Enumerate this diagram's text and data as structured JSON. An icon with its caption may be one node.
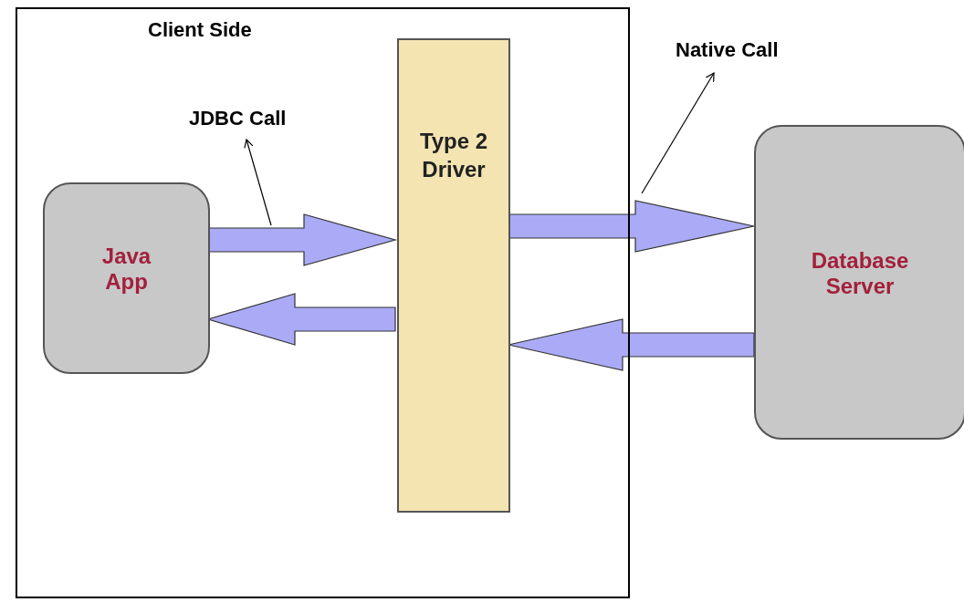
{
  "diagram": {
    "nodes": [
      {
        "text": [
          "Client Side"
        ]
      },
      {
        "text": [
          "Java App"
        ],
        "in": 0
      },
      {
        "text": [
          "Type 2 Driver"
        ],
        "in": 0
      },
      {
        "text": [
          "Database Server"
        ]
      },
      {
        "text": [
          "JDBC Call"
        ],
        "in": 0
      },
      {
        "text": [
          "Native Call"
        ]
      }
    ],
    "edges": [
      {
        "from": 1,
        "to": 2,
        "arrow": "to"
      },
      {
        "from": 2,
        "to": 1,
        "arrow": "to"
      },
      {
        "from": 2,
        "to": 3,
        "arrow": "to"
      },
      {
        "from": 3,
        "to": 2,
        "arrow": "to"
      },
      {
        "from": null,
        "to": 4,
        "arrow": "to"
      },
      {
        "from": null,
        "to": 5,
        "arrow": "to"
      }
    ]
  }
}
